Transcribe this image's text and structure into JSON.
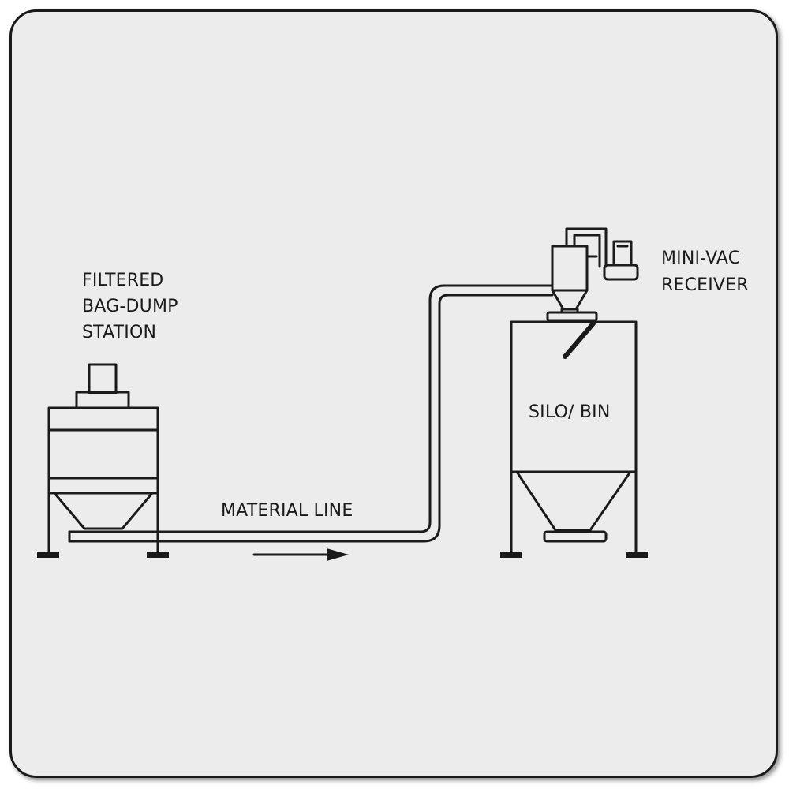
{
  "labels": {
    "bag_dump": [
      "FILTERED",
      "BAG-DUMP",
      "STATION"
    ],
    "receiver": [
      "MINI-VAC",
      "RECEIVER"
    ],
    "silo": "SILO/ BIN",
    "material_line": "MATERIAL LINE"
  },
  "colors": {
    "background": "#ececec",
    "ink": "#1a1a1a"
  },
  "icons": {
    "flow_arrow": "right-arrow-icon"
  }
}
